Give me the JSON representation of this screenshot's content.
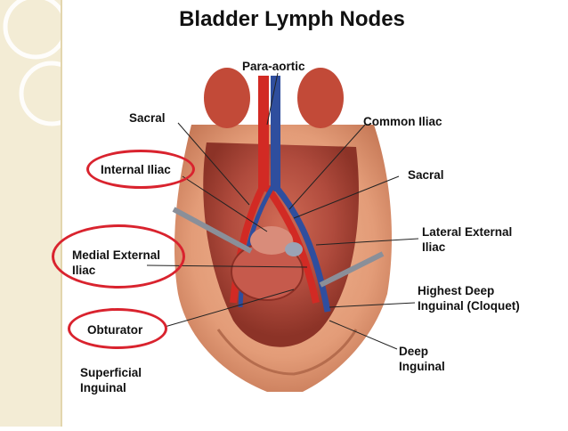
{
  "title": "Bladder Lymph Nodes",
  "labels": {
    "para_aortic": "Para-aortic",
    "sacral_left": "Sacral",
    "common_iliac": "Common Iliac",
    "internal_iliac": "Internal Iliac",
    "sacral_right": "Sacral",
    "lateral_external_iliac_1": "Lateral External",
    "lateral_external_iliac_2": "Iliac",
    "medial_external_iliac_1": "Medial External",
    "medial_external_iliac_2": "Iliac",
    "highest_deep_inguinal_1": "Highest Deep",
    "highest_deep_inguinal_2": "Inguinal (Cloquet)",
    "obturator": "Obturator",
    "deep_inguinal_1": "Deep",
    "deep_inguinal_2": "Inguinal",
    "superficial_inguinal_1": "Superficial",
    "superficial_inguinal_2": "Inguinal"
  },
  "highlighted": [
    "Internal Iliac",
    "Medial External Iliac",
    "Obturator"
  ],
  "colors": {
    "highlight": "#d9232e",
    "side_strip": "#f3ecd5"
  }
}
